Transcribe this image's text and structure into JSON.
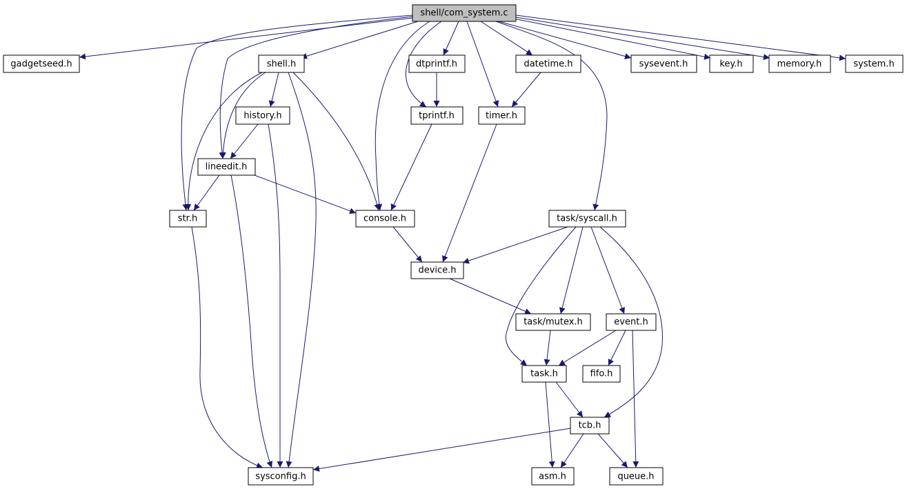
{
  "title": "shell/com_system.c",
  "colors": {
    "edge": "#191970",
    "root_fill": "#bfbfbf",
    "node_fill": "#ffffff",
    "node_border": "#000000"
  },
  "nodes": {
    "root": "shell/com_system.c",
    "gadgetseed": "gadgetseed.h",
    "shell": "shell.h",
    "dtprintf": "dtprintf.h",
    "datetime": "datetime.h",
    "sysevent": "sysevent.h",
    "key": "key.h",
    "memory": "memory.h",
    "system": "system.h",
    "history": "history.h",
    "tprintf": "tprintf.h",
    "timer": "timer.h",
    "lineedit": "lineedit.h",
    "str": "str.h",
    "console": "console.h",
    "syscall": "task/syscall.h",
    "device": "device.h",
    "mutex": "task/mutex.h",
    "event": "event.h",
    "task": "task.h",
    "fifo": "fifo.h",
    "tcb": "tcb.h",
    "sysconfig": "sysconfig.h",
    "asm": "asm.h",
    "queue": "queue.h"
  },
  "edges": [
    [
      "root",
      "gadgetseed"
    ],
    [
      "root",
      "shell"
    ],
    [
      "root",
      "dtprintf"
    ],
    [
      "root",
      "datetime"
    ],
    [
      "root",
      "sysevent"
    ],
    [
      "root",
      "key"
    ],
    [
      "root",
      "memory"
    ],
    [
      "root",
      "system"
    ],
    [
      "root",
      "str"
    ],
    [
      "root",
      "lineedit"
    ],
    [
      "root",
      "console"
    ],
    [
      "root",
      "tprintf"
    ],
    [
      "root",
      "timer"
    ],
    [
      "root",
      "syscall"
    ],
    [
      "shell",
      "history"
    ],
    [
      "shell",
      "lineedit"
    ],
    [
      "shell",
      "str"
    ],
    [
      "shell",
      "console"
    ],
    [
      "shell",
      "sysconfig"
    ],
    [
      "dtprintf",
      "tprintf"
    ],
    [
      "datetime",
      "timer"
    ],
    [
      "history",
      "lineedit"
    ],
    [
      "history",
      "sysconfig"
    ],
    [
      "lineedit",
      "str"
    ],
    [
      "lineedit",
      "console"
    ],
    [
      "lineedit",
      "sysconfig"
    ],
    [
      "tprintf",
      "console"
    ],
    [
      "timer",
      "device"
    ],
    [
      "str",
      "sysconfig"
    ],
    [
      "console",
      "device"
    ],
    [
      "syscall",
      "device"
    ],
    [
      "syscall",
      "mutex"
    ],
    [
      "syscall",
      "event"
    ],
    [
      "syscall",
      "task"
    ],
    [
      "syscall",
      "tcb"
    ],
    [
      "device",
      "mutex"
    ],
    [
      "mutex",
      "task"
    ],
    [
      "event",
      "task"
    ],
    [
      "event",
      "fifo"
    ],
    [
      "event",
      "queue"
    ],
    [
      "task",
      "tcb"
    ],
    [
      "task",
      "asm"
    ],
    [
      "tcb",
      "sysconfig"
    ],
    [
      "tcb",
      "asm"
    ],
    [
      "tcb",
      "queue"
    ]
  ]
}
